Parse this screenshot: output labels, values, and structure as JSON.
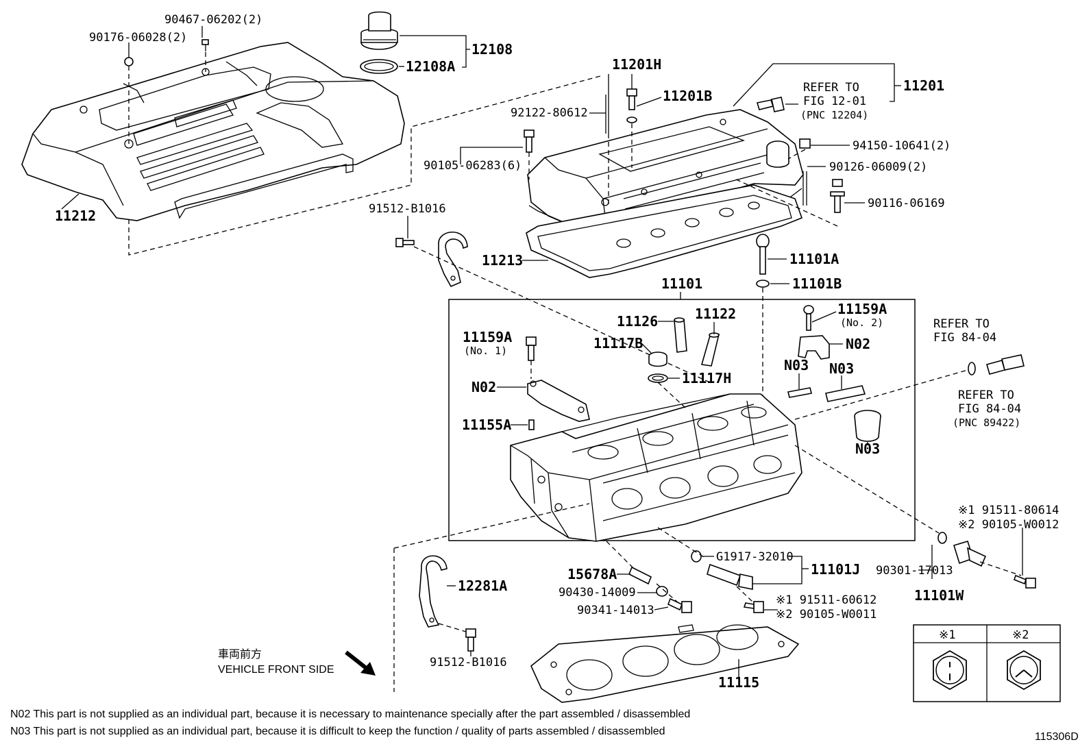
{
  "labels": {
    "p90467": "90467-06202(2)",
    "p90176": "90176-06028(2)",
    "p12108": "12108",
    "p12108A": "12108A",
    "p11212": "11212",
    "p11201H": "11201H",
    "p11201B": "11201B",
    "p92122": "92122-80612",
    "p90105a": "90105-06283(6)",
    "p11201": "11201",
    "refer1_a": "REFER TO",
    "refer1_b": "FIG 12-01",
    "refer1_c": "(PNC 12204)",
    "p94150": "94150-10641(2)",
    "p90126": "90126-06009(2)",
    "p90116": "90116-06169",
    "p91512a": "91512-B1016",
    "p11213": "11213",
    "p11101A": "11101A",
    "p11101B": "11101B",
    "p11101": "11101",
    "p11159A_2": "11159A",
    "p11159A_2n": "(No. 2)",
    "p11126": "11126",
    "p11122": "11122",
    "p11117B": "11117B",
    "p11159A_1": "11159A",
    "p11159A_1n": "(No. 1)",
    "p11117H": "11117H",
    "pN02a": "N02",
    "pN02b": "N02",
    "pN03a": "N03",
    "pN03b": "N03",
    "pN03c": "N03",
    "p11155A": "11155A",
    "refer2_a": "REFER TO",
    "refer2_b": "FIG 84-04",
    "refer3_a": "REFER TO",
    "refer3_b": "FIG 84-04",
    "refer3_c": "(PNC 89422)",
    "pG1917": "G1917-32010",
    "p11101J": "11101J",
    "p15678A": "15678A",
    "p90430": "90430-14009",
    "p90341": "90341-14013",
    "p91511a": "※1 91511-60612",
    "p90105b": "※2 90105-W0011",
    "p12281A": "12281A",
    "p91512b": "91512-B1016",
    "p11115": "11115",
    "p91511b": "※1 91511-80614",
    "p90105c": "※2 90105-W0012",
    "p90301": "90301-17013",
    "p11101W": "11101W",
    "front_jp": "車両前方",
    "front_en": "VEHICLE FRONT SIDE",
    "legend_1": "※1",
    "legend_2": "※2",
    "note_n02": "N02  This part is not supplied as an individual part, because it is necessary to maintenance specially after the part assembled / disassembled",
    "note_n03": "N03  This part is not supplied as an individual part, because it is difficult to keep the function / quality of parts  assembled / disassembled",
    "fig_id": "115306D"
  }
}
